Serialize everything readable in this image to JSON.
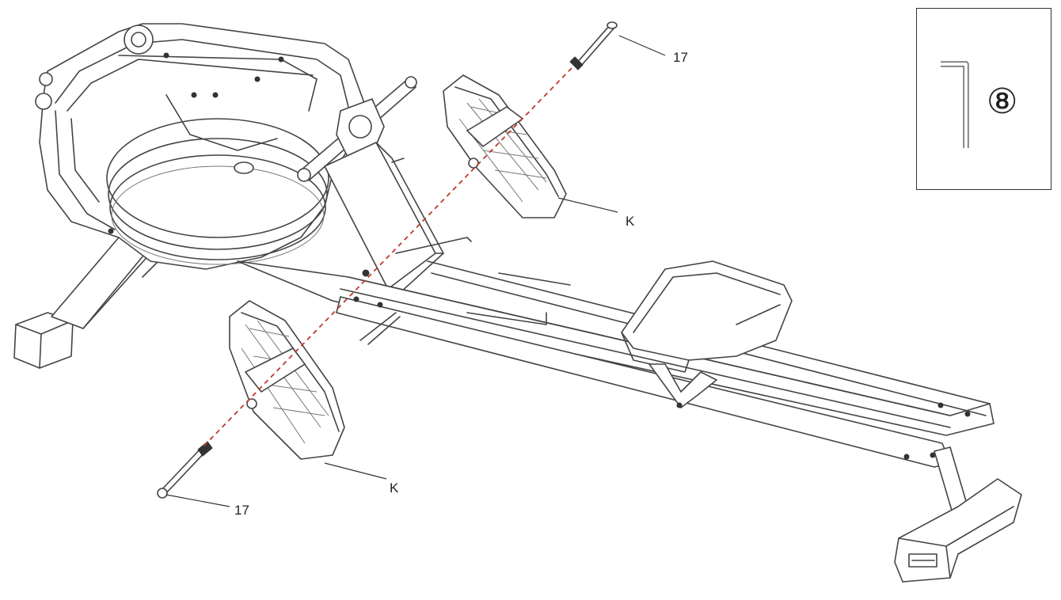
{
  "diagram": {
    "labels": {
      "bolt_top": "17",
      "pedal_top": "K",
      "pedal_bottom": "K",
      "bolt_bottom": "17"
    },
    "tool": {
      "number": "⑧",
      "icon": "allen-key-icon"
    },
    "colors": {
      "line": "#444444",
      "axis_dash": "#c0392b",
      "background": "#ffffff"
    }
  }
}
